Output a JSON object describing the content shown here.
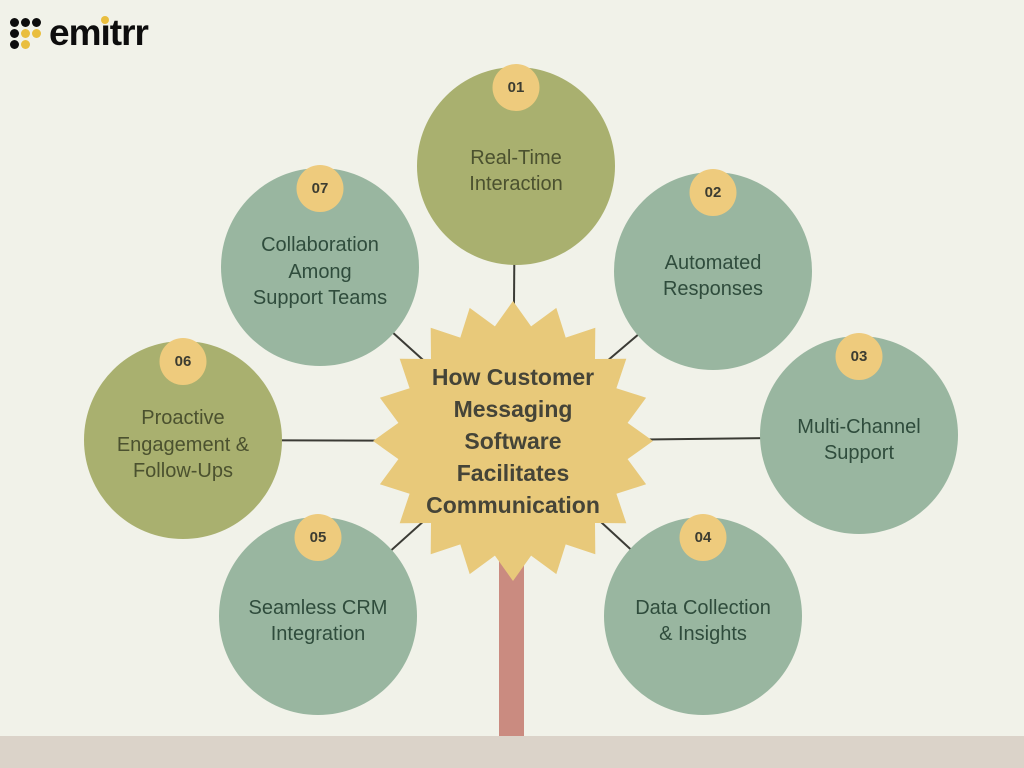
{
  "logo": {
    "brand": "emitrr",
    "part_before_i": "em",
    "i_char": "ı",
    "part_after_i": "trr"
  },
  "center": {
    "title": "How Customer Messaging Software Facilitates Communication",
    "title_lines": [
      "How Customer",
      "Messaging",
      "Software",
      "Facilitates",
      "Communication"
    ]
  },
  "nodes": [
    {
      "number": "01",
      "label": "Real-Time Interaction",
      "label_lines": [
        "Real-Time",
        "Interaction"
      ],
      "variant": "olive"
    },
    {
      "number": "02",
      "label": "Automated Responses",
      "label_lines": [
        "Automated",
        "Responses"
      ],
      "variant": "sage"
    },
    {
      "number": "03",
      "label": "Multi-Channel Support",
      "label_lines": [
        "Multi-Channel",
        "Support"
      ],
      "variant": "sage"
    },
    {
      "number": "04",
      "label": "Data Collection & Insights",
      "label_lines": [
        "Data Collection",
        "& Insights"
      ],
      "variant": "sage"
    },
    {
      "number": "05",
      "label": "Seamless CRM Integration",
      "label_lines": [
        "Seamless CRM",
        "Integration"
      ],
      "variant": "sage"
    },
    {
      "number": "06",
      "label": "Proactive Engagement & Follow-Ups",
      "label_lines": [
        "Proactive",
        "Engagement &",
        "Follow-Ups"
      ],
      "variant": "olive"
    },
    {
      "number": "07",
      "label": "Collaboration Among Support Teams",
      "label_lines": [
        "Collaboration",
        "Among",
        "Support Teams"
      ],
      "variant": "sage"
    }
  ],
  "colors": {
    "background": "#f1f2e9",
    "footer_strip": "#dbd3c9",
    "stem": "#ca8b80",
    "starburst": "#e8c97a",
    "olive_circle": "#a9b06f",
    "sage_circle": "#99b6a0",
    "badge": "#eecb7d",
    "connector_line": "#3b3b35",
    "logo_yellow": "#e9be3e",
    "logo_black": "#0d0d0d"
  }
}
